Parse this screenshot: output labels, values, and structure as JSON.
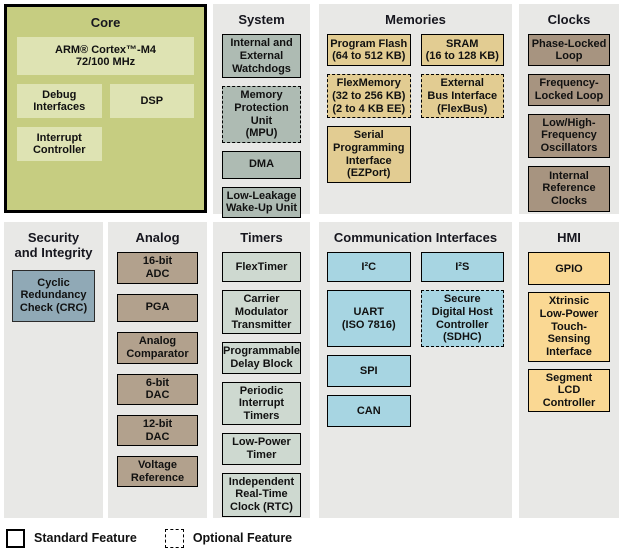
{
  "colors": {
    "core_panel": "#c6cd81",
    "core_block": "#dee3b3",
    "panel_bg": "#e8e8e6",
    "system_block": "#aebbb3",
    "memories_block": "#e2cc92",
    "clocks_block": "#a79480",
    "security_block": "#90a9b6",
    "analog_block": "#b2a18d",
    "timers_block": "#ced9d0",
    "comm_block": "#a7d5e2",
    "hmi_block": "#fad893"
  },
  "sections": {
    "core": {
      "title": "Core",
      "blocks": [
        {
          "label": "ARM® Cortex™-M4\n72/100 MHz"
        },
        {
          "label": "Debug\nInterfaces"
        },
        {
          "label": "DSP"
        },
        {
          "label": "Interrupt\nController"
        }
      ]
    },
    "system": {
      "title": "System",
      "blocks": [
        {
          "label": "Internal and\nExternal\nWatchdogs",
          "optional": false
        },
        {
          "label": "Memory\nProtection Unit\n(MPU)",
          "optional": true
        },
        {
          "label": "DMA",
          "optional": false
        },
        {
          "label": "Low-Leakage\nWake-Up Unit",
          "optional": false
        }
      ]
    },
    "memories": {
      "title": "Memories",
      "blocks": [
        {
          "label": "Program Flash\n(64 to 512 KB)",
          "optional": false
        },
        {
          "label": "SRAM\n(16 to 128 KB)",
          "optional": false
        },
        {
          "label": "FlexMemory\n(32 to 256 KB)\n(2 to 4 KB EE)",
          "optional": true
        },
        {
          "label": "External\nBus Interface\n(FlexBus)",
          "optional": true
        },
        {
          "label": "Serial\nProgramming\nInterface\n(EZPort)",
          "optional": false
        }
      ]
    },
    "clocks": {
      "title": "Clocks",
      "blocks": [
        {
          "label": "Phase-Locked\nLoop",
          "optional": false
        },
        {
          "label": "Frequency-\nLocked Loop",
          "optional": false
        },
        {
          "label": "Low/High-\nFrequency\nOscillators",
          "optional": false
        },
        {
          "label": "Internal\nReference\nClocks",
          "optional": false
        }
      ]
    },
    "security": {
      "title": "Security\nand Integrity",
      "blocks": [
        {
          "label": "Cyclic\nRedundancy\nCheck (CRC)",
          "optional": false
        }
      ]
    },
    "analog": {
      "title": "Analog",
      "blocks": [
        {
          "label": "16-bit\nADC",
          "optional": false
        },
        {
          "label": "PGA",
          "optional": false
        },
        {
          "label": "Analog\nComparator",
          "optional": false
        },
        {
          "label": "6-bit\nDAC",
          "optional": false
        },
        {
          "label": "12-bit\nDAC",
          "optional": false
        },
        {
          "label": "Voltage\nReference",
          "optional": false
        }
      ]
    },
    "timers": {
      "title": "Timers",
      "blocks": [
        {
          "label": "FlexTimer",
          "optional": false
        },
        {
          "label": "Carrier\nModulator\nTransmitter",
          "optional": false
        },
        {
          "label": "Programmable\nDelay Block",
          "optional": false
        },
        {
          "label": "Periodic\nInterrupt\nTimers",
          "optional": false
        },
        {
          "label": "Low-Power\nTimer",
          "optional": false
        },
        {
          "label": "Independent\nReal-Time\nClock (RTC)",
          "optional": false
        }
      ]
    },
    "comm": {
      "title": "Communication Interfaces",
      "blocks": [
        {
          "label": "I²C",
          "optional": false
        },
        {
          "label": "I²S",
          "optional": false
        },
        {
          "label": "UART\n(ISO 7816)",
          "optional": false
        },
        {
          "label": "Secure\nDigital Host\nController\n(SDHC)",
          "optional": true
        },
        {
          "label": "SPI",
          "optional": false
        },
        {
          "label": "CAN",
          "optional": false
        }
      ]
    },
    "hmi": {
      "title": "HMI",
      "blocks": [
        {
          "label": "GPIO",
          "optional": false
        },
        {
          "label": "Xtrinsic\nLow-Power\nTouch-Sensing\nInterface",
          "optional": false
        },
        {
          "label": "Segment\nLCD Controller",
          "optional": false
        }
      ]
    }
  },
  "legend": {
    "standard_label": "Standard Feature",
    "optional_label": "Optional Feature"
  }
}
